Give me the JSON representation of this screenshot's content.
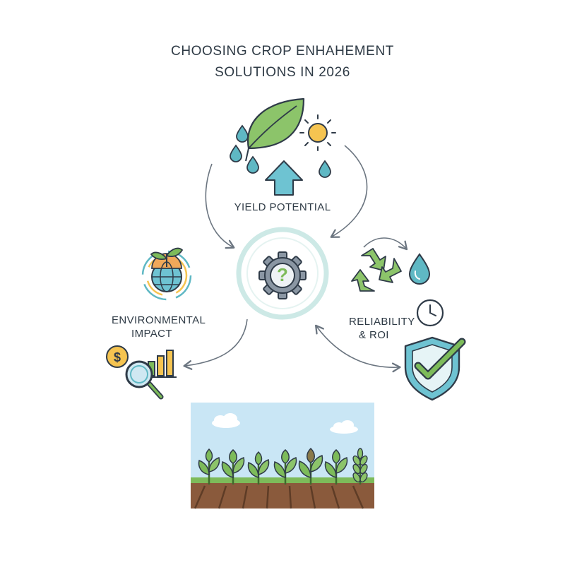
{
  "title": {
    "line1": "CHOOSING CROP ENHAHEMENT",
    "line2": "SOLUTIONS IN 2026"
  },
  "nodes": {
    "yield": {
      "label": "YIELD POTENTIAL"
    },
    "environment": {
      "line1": "ENVIRONMENTAL",
      "line2": "IMPACT"
    },
    "reliability": {
      "line1": "RELIABILITY",
      "line2": "& ROI"
    },
    "center": {
      "symbol": "?"
    }
  },
  "icons": {
    "center": "gear-question-icon",
    "yield": [
      "leaf-icon",
      "sun-icon",
      "water-drop-icon",
      "up-arrow-icon"
    ],
    "environment": [
      "sprout-globe-icon",
      "dollar-coin-icon",
      "magnifier-icon",
      "bar-chart-icon"
    ],
    "reliability": [
      "recycle-icon",
      "water-drop-icon",
      "clock-icon",
      "shield-check-icon"
    ]
  },
  "colors": {
    "text": "#2e3a45",
    "outline": "#2f3b48",
    "teal": "#5fb8c4",
    "green": "#7dbb5a",
    "sun": "#f5c451",
    "ring": "#cde9e6",
    "soil": "#8a5a3c",
    "sky": "#c9e6f5"
  }
}
